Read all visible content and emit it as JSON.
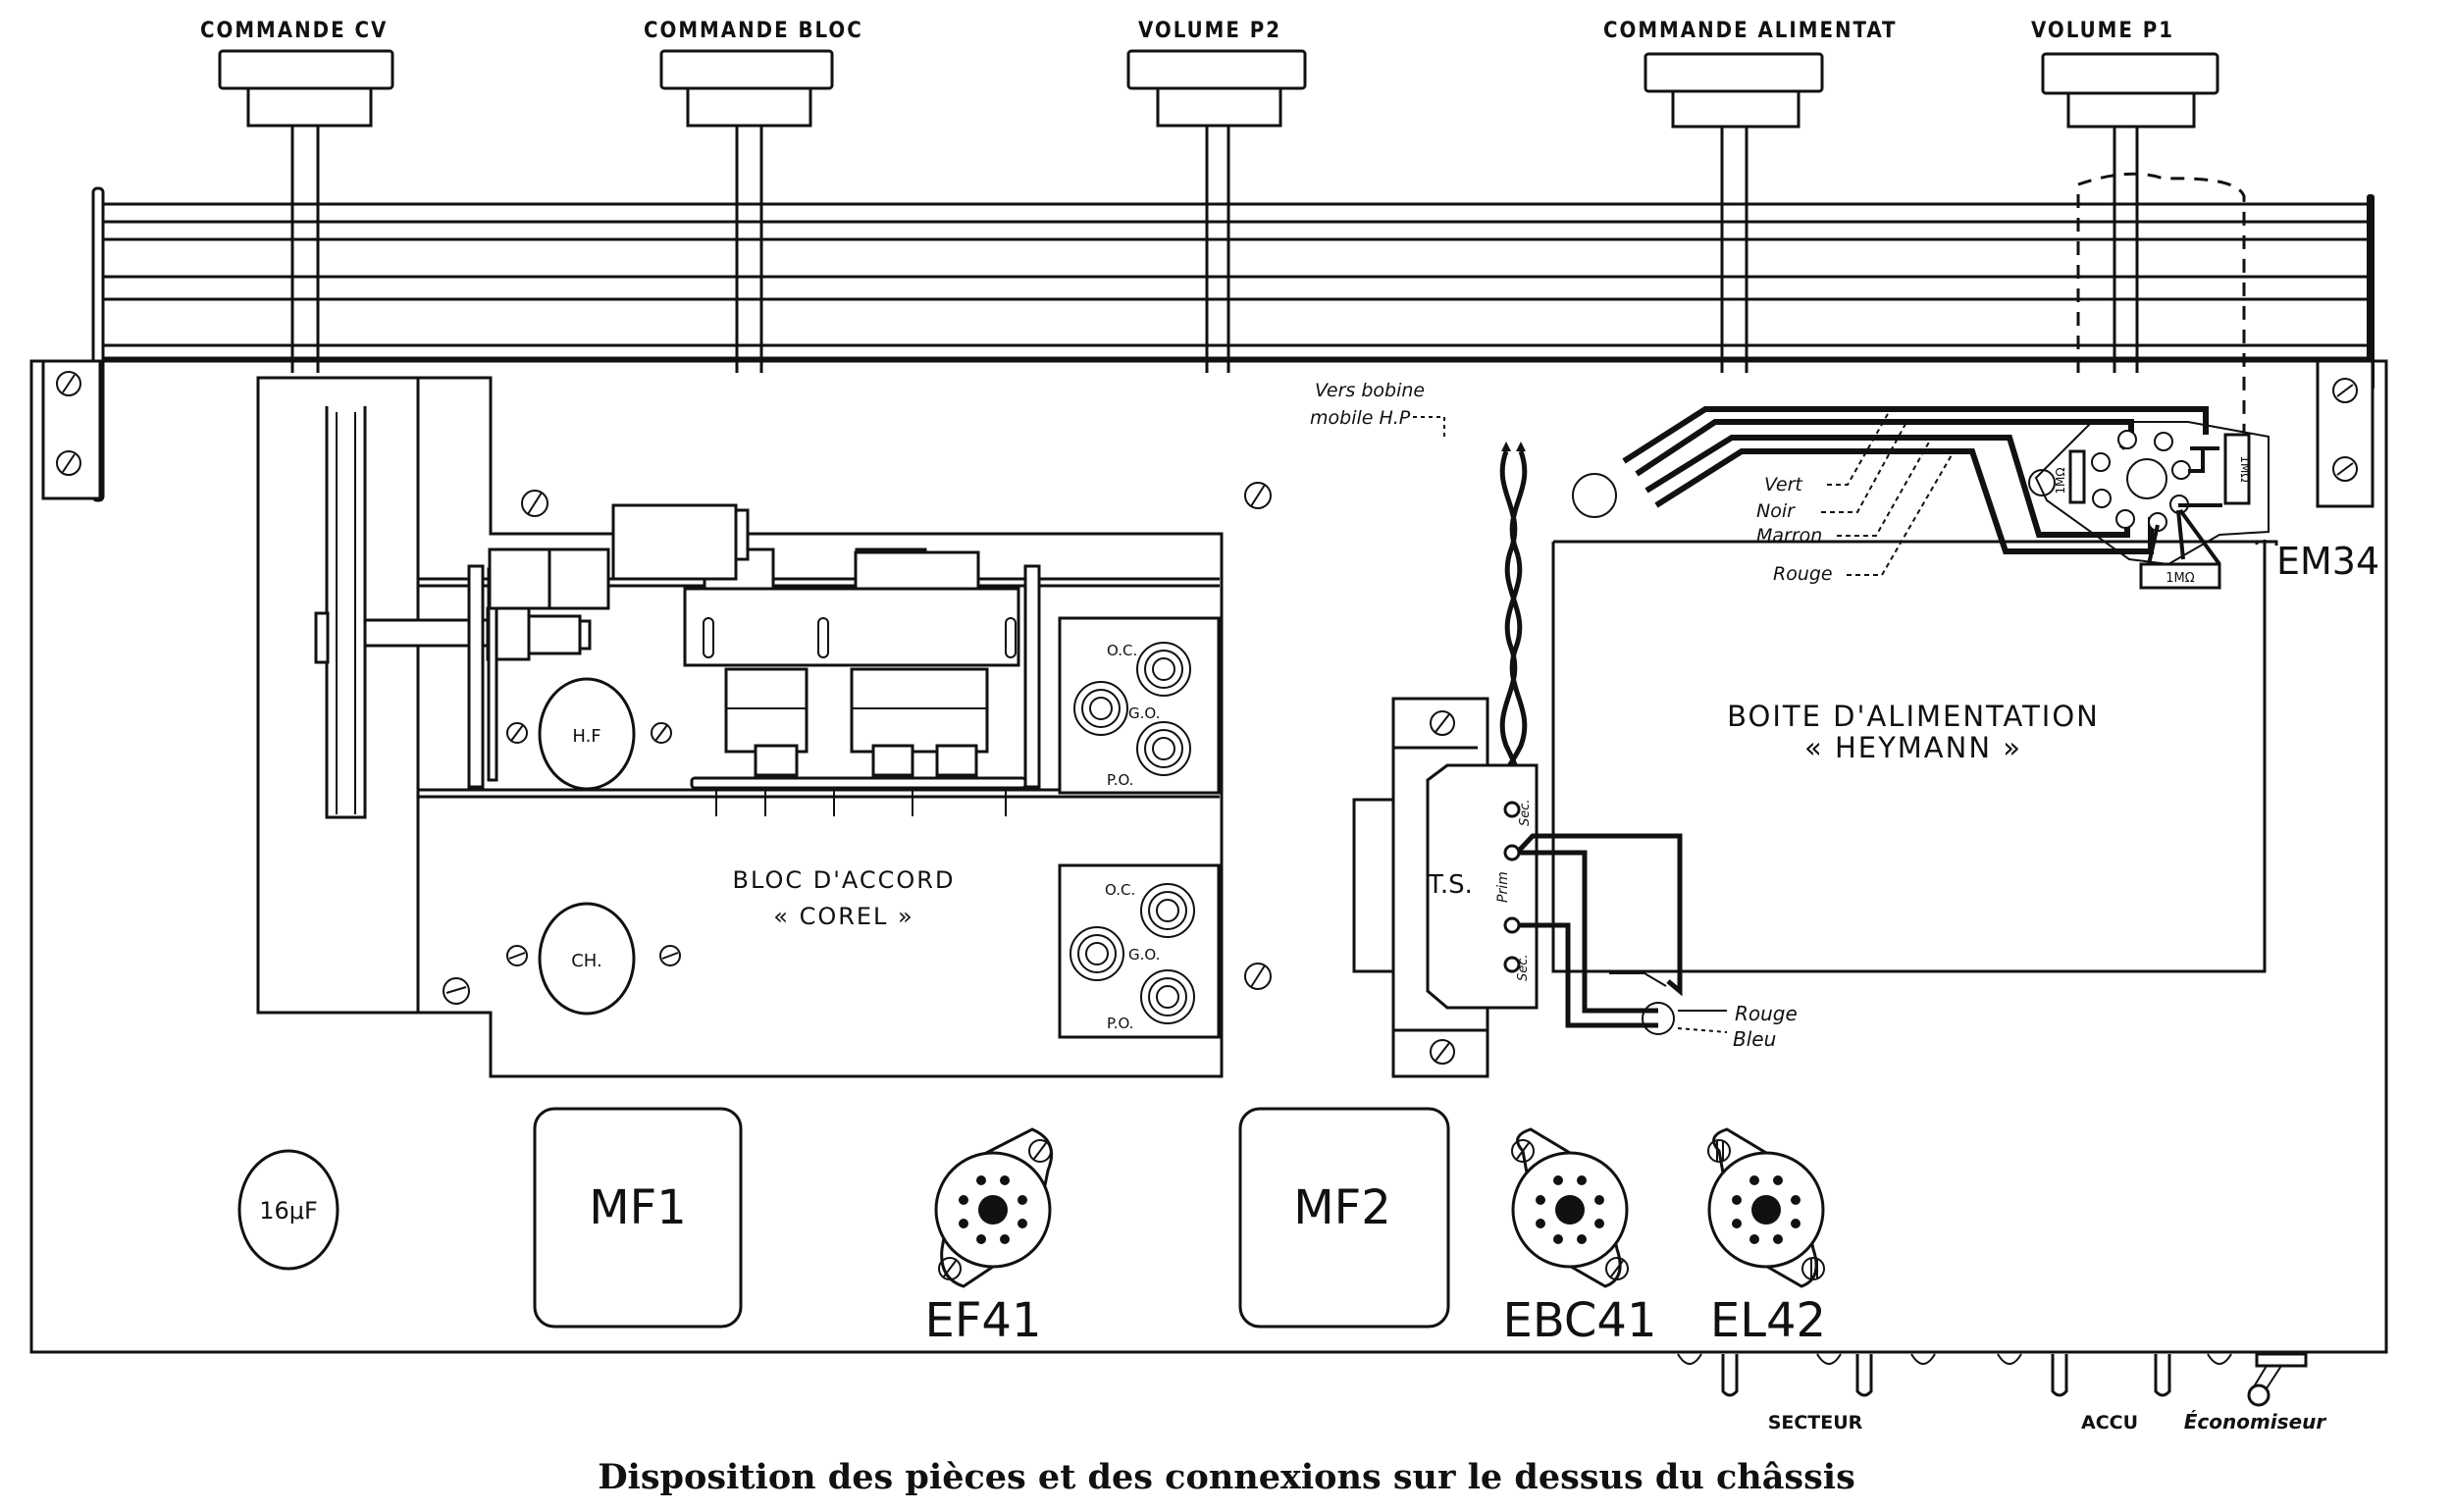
{
  "caption": "Disposition des pièces et des connexions sur le dessus du châssis",
  "controls": [
    {
      "label": "COMMANDE CV"
    },
    {
      "label": "COMMANDE BLOC"
    },
    {
      "label": "VOLUME P2"
    },
    {
      "label": "COMMANDE ALIMENTAT"
    },
    {
      "label": "VOLUME P1"
    }
  ],
  "bloc_accord": {
    "title": "BLOC D'ACCORD",
    "subtitle": "« COREL »",
    "coil_hf": "H.F",
    "coil_ch": "CH.",
    "trimmers_top": [
      "O.C.",
      "G.O.",
      "P.O."
    ],
    "trimmers_bottom": [
      "O.C.",
      "G.O.",
      "P.O."
    ]
  },
  "power_box": {
    "title": "BOITE D'ALIMENTATION",
    "subtitle": "« HEYMANN »"
  },
  "speaker_note": {
    "line1": "Vers bobine",
    "line2": "mobile H.P"
  },
  "wire_colors": [
    "Vert",
    "Noir",
    "Marron",
    "Rouge"
  ],
  "em34": {
    "label": "EM34",
    "resistor_a": "1MΩ",
    "resistor_b": "1MΩ",
    "resistor_c": "1MΩ"
  },
  "transformer": {
    "label": "T.S.",
    "sec_top": "Sec.",
    "prim": "Prim",
    "sec_bottom": "Sec."
  },
  "output_wires": [
    "Rouge",
    "Bleu"
  ],
  "components": {
    "capacitor": "16μF",
    "mf1": "MF1",
    "mf2": "MF2",
    "tubes": [
      "EF41",
      "EBC41",
      "EL42"
    ]
  },
  "connectors": {
    "secteur": "SECTEUR",
    "accu": "ACCU",
    "economiseur": "Économiseur"
  }
}
